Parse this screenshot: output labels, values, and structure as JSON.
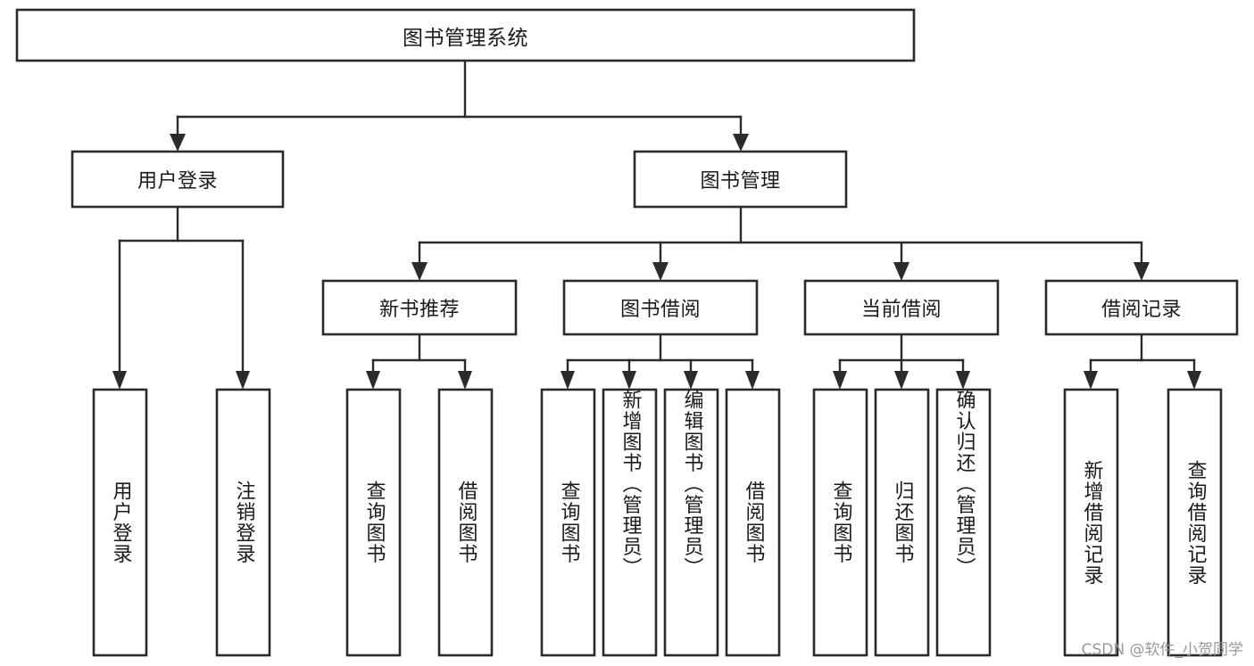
{
  "diagram": {
    "type": "tree-hierarchy",
    "title": "图书管理系统",
    "watermark": "CSDN @软件_小贺同学",
    "colors": {
      "box_fill": "#ffffff",
      "box_stroke": "#2b2b2b",
      "text": "#1a1a1a",
      "watermark": "#9a9a9a",
      "background": "#ffffff"
    },
    "root": {
      "label": "图书管理系统",
      "orientation": "horizontal"
    },
    "level2": [
      {
        "label": "用户登录",
        "orientation": "horizontal"
      },
      {
        "label": "图书管理",
        "orientation": "horizontal"
      }
    ],
    "level3": [
      {
        "label": "新书推荐",
        "orientation": "horizontal"
      },
      {
        "label": "图书借阅",
        "orientation": "horizontal"
      },
      {
        "label": "当前借阅",
        "orientation": "horizontal"
      },
      {
        "label": "借阅记录",
        "orientation": "horizontal"
      }
    ],
    "leaves": {
      "user_login": [
        {
          "label": "用户登录",
          "orientation": "vertical"
        },
        {
          "label": "注销登录",
          "orientation": "vertical"
        }
      ],
      "new_book_recommend": [
        {
          "label": "查询图书",
          "orientation": "vertical"
        },
        {
          "label": "借阅图书",
          "orientation": "vertical"
        }
      ],
      "book_borrow": [
        {
          "label": "查询图书",
          "orientation": "vertical"
        },
        {
          "label": "新增图书（管理员）",
          "orientation": "vertical"
        },
        {
          "label": "编辑图书（管理员）",
          "orientation": "vertical"
        },
        {
          "label": "借阅图书",
          "orientation": "vertical"
        }
      ],
      "current_borrow": [
        {
          "label": "查询图书",
          "orientation": "vertical"
        },
        {
          "label": "归还图书",
          "orientation": "vertical"
        },
        {
          "label": "确认归还（管理员）",
          "orientation": "vertical"
        }
      ],
      "borrow_record": [
        {
          "label": "新增借阅记录",
          "orientation": "vertical"
        },
        {
          "label": "查询借阅记录",
          "orientation": "vertical"
        }
      ]
    }
  }
}
